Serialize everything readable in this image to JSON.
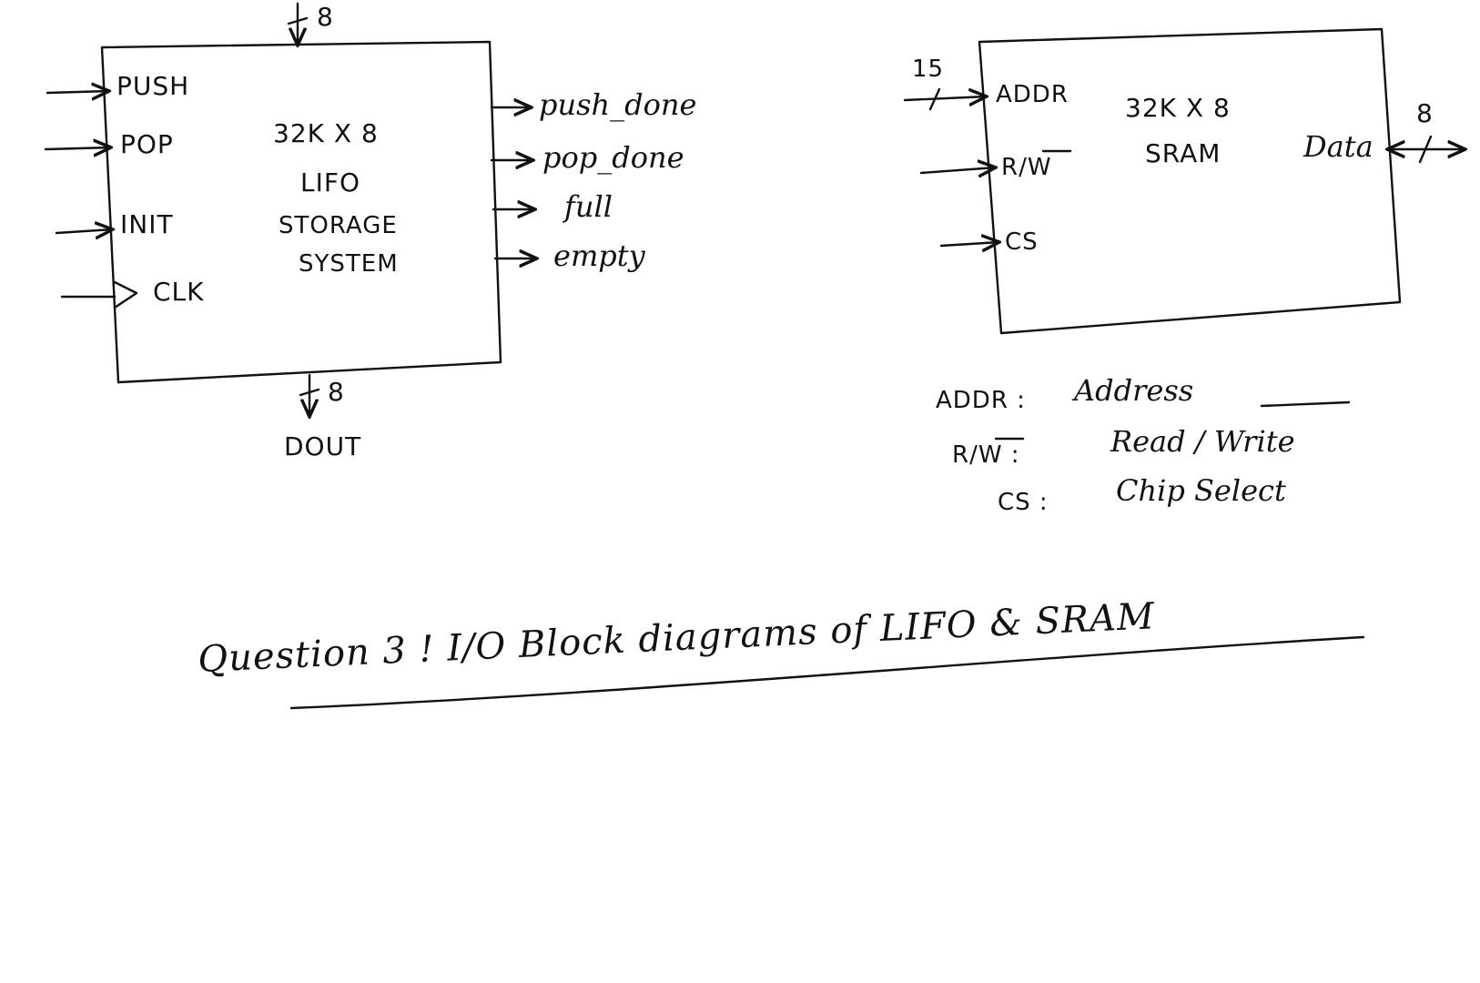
{
  "lifo": {
    "inputs": [
      "PUSH",
      "POP",
      "INIT",
      "CLK"
    ],
    "title_lines": [
      "32K X 8",
      "LIFO",
      "STORAGE",
      "SYSTEM"
    ],
    "outputs": [
      "push_done",
      "pop_done",
      "full",
      "empty"
    ],
    "din_width": "8",
    "dout_width": "8",
    "dout_label": "DOUT"
  },
  "sram": {
    "addr_width": "15",
    "inputs": [
      "ADDR",
      "R/W",
      "CS"
    ],
    "title_lines": [
      "32K X 8",
      "SRAM"
    ],
    "data_label": "Data",
    "data_width": "8"
  },
  "legend": [
    {
      "key": "ADDR :",
      "value": "Address"
    },
    {
      "key": "R/W :",
      "value": "Read / Write"
    },
    {
      "key": "CS :",
      "value": "Chip Select"
    }
  ],
  "caption": "Question 3 !  I/O Block diagrams of LIFO & SRAM"
}
